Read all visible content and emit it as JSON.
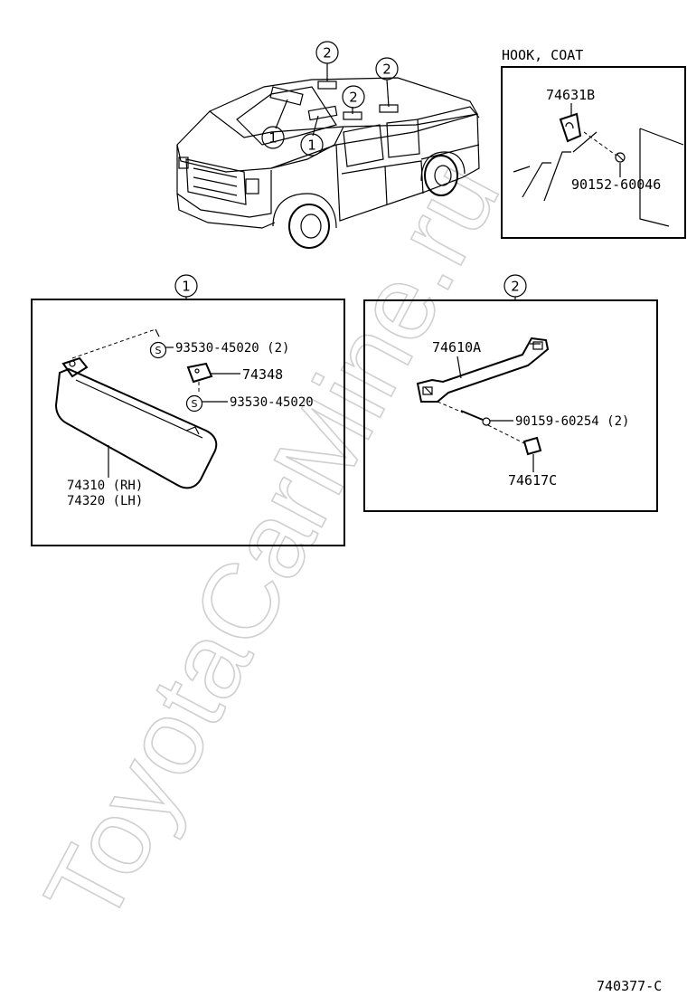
{
  "watermark": "ToyotaCarMine.ru",
  "diagram_code": "740377-C",
  "overview": {
    "callouts": [
      "2",
      "2",
      "2",
      "1",
      "1"
    ]
  },
  "hook_coat": {
    "title": "HOOK, COAT",
    "parts": [
      "74631B",
      "90152-60046"
    ]
  },
  "panel_1": {
    "number": "1",
    "s_mark": "S",
    "parts": [
      "93530-45020 (2)",
      "74348",
      "93530-45020",
      "74310 (RH)",
      "74320 (LH)"
    ]
  },
  "panel_2": {
    "number": "2",
    "parts": [
      "74610A",
      "90159-60254 (2)",
      "74617C"
    ]
  }
}
